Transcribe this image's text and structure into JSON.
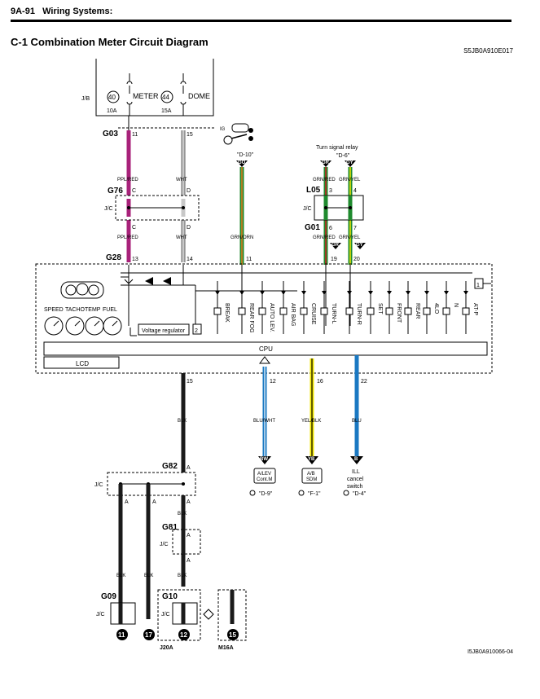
{
  "header": {
    "section": "9A-91",
    "chapter": "Wiring Systems:"
  },
  "title": "C-1 Combination Meter Circuit Diagram",
  "code_top": "S5JB0A910E017",
  "code_bottom": "I5JB0A910066-04",
  "jb": {
    "label": "J/B",
    "fuse1": {
      "num": "40",
      "name": "METER",
      "amp": "10A"
    },
    "fuse2": {
      "num": "44",
      "name": "DOME",
      "amp": "15A"
    }
  },
  "connectors": {
    "g03": "G03",
    "g76": "G76",
    "g28": "G28",
    "l05": "L05",
    "g01": "G01",
    "g82": "G82",
    "g81": "G81",
    "g09": "G09",
    "g10": "G10",
    "jc": "J/C",
    "j20a": "J20A",
    "m16a": "M16A"
  },
  "pins": {
    "g03_11": "11",
    "g03_15": "15",
    "g76_c": "C",
    "g76_d": "D",
    "g28_13": "13",
    "g28_14": "14",
    "g28_11": "11",
    "g28_19": "19",
    "g28_20": "20",
    "l05_3": "3",
    "l05_4": "4",
    "g01_6": "6",
    "g01_7": "7",
    "m_15": "15",
    "m_12": "12",
    "m_16": "16",
    "m_22": "22",
    "g82_a": "A",
    "g81_a": "A",
    "g81_a2": "A",
    "split_a": "A",
    "one": "1",
    "two": "2"
  },
  "wires": {
    "ppl_red": "PPL/RED",
    "wht": "WHT",
    "grn_orn": "GRN/ORN",
    "grn_red": "GRN/RED",
    "grn_yel": "GRN/YEL",
    "blk": "BLK",
    "blu_wht": "BLU/WHT",
    "yel_blk": "YEL/BLK",
    "blu": "BLU"
  },
  "refs": {
    "d10": "\"D-10\"",
    "turn_relay": "Turn signal relay",
    "d6": "\"D-6\"",
    "d9": "\"D-9\"",
    "f1": "\"F-1\"",
    "d4": "\"D-4\""
  },
  "arrows": {
    "go": "GO",
    "gr": "GR",
    "gy": "GY",
    "bw": "BW",
    "yb": "YB",
    "b": "B"
  },
  "terminals": {
    "t11": "11",
    "t17": "17",
    "t12": "12",
    "t15": "15"
  },
  "gauges": [
    "SPEED",
    "TACHO",
    "TEMP",
    "FUEL"
  ],
  "meter": {
    "vreg": "Voltage regulator",
    "cpu": "CPU",
    "lcd": "LCD",
    "ind_break": "BREAK",
    "ind_rearfog": "REAR FOG",
    "ind_autolev": "AUTO LEV.",
    "ind_airbag": "AIR BAG",
    "ind_cruise": "CRUISE",
    "ind_turnl": "TURN-L",
    "ind_turnr": "TURN-R",
    "ind_set": "SET",
    "ind_front": "FRONT",
    "ind_rear": "REAR",
    "ind_4lo": "4LO",
    "ind_n": "N",
    "ind_atp": "AT-P"
  },
  "dest": {
    "alev": "A/LEV",
    "contm": "Cont.M",
    "ab": "A/B",
    "sdm": "SDM",
    "ill": "ILL",
    "cancel": "cancel",
    "switch": "switch"
  },
  "colors": {
    "ppl_red": "#a8227a",
    "grn": "#1f8a2e",
    "yel": "#f2e600",
    "blu": "#1a78c2",
    "blk": "#1a1a1a",
    "wht": "#c8c8c8"
  }
}
